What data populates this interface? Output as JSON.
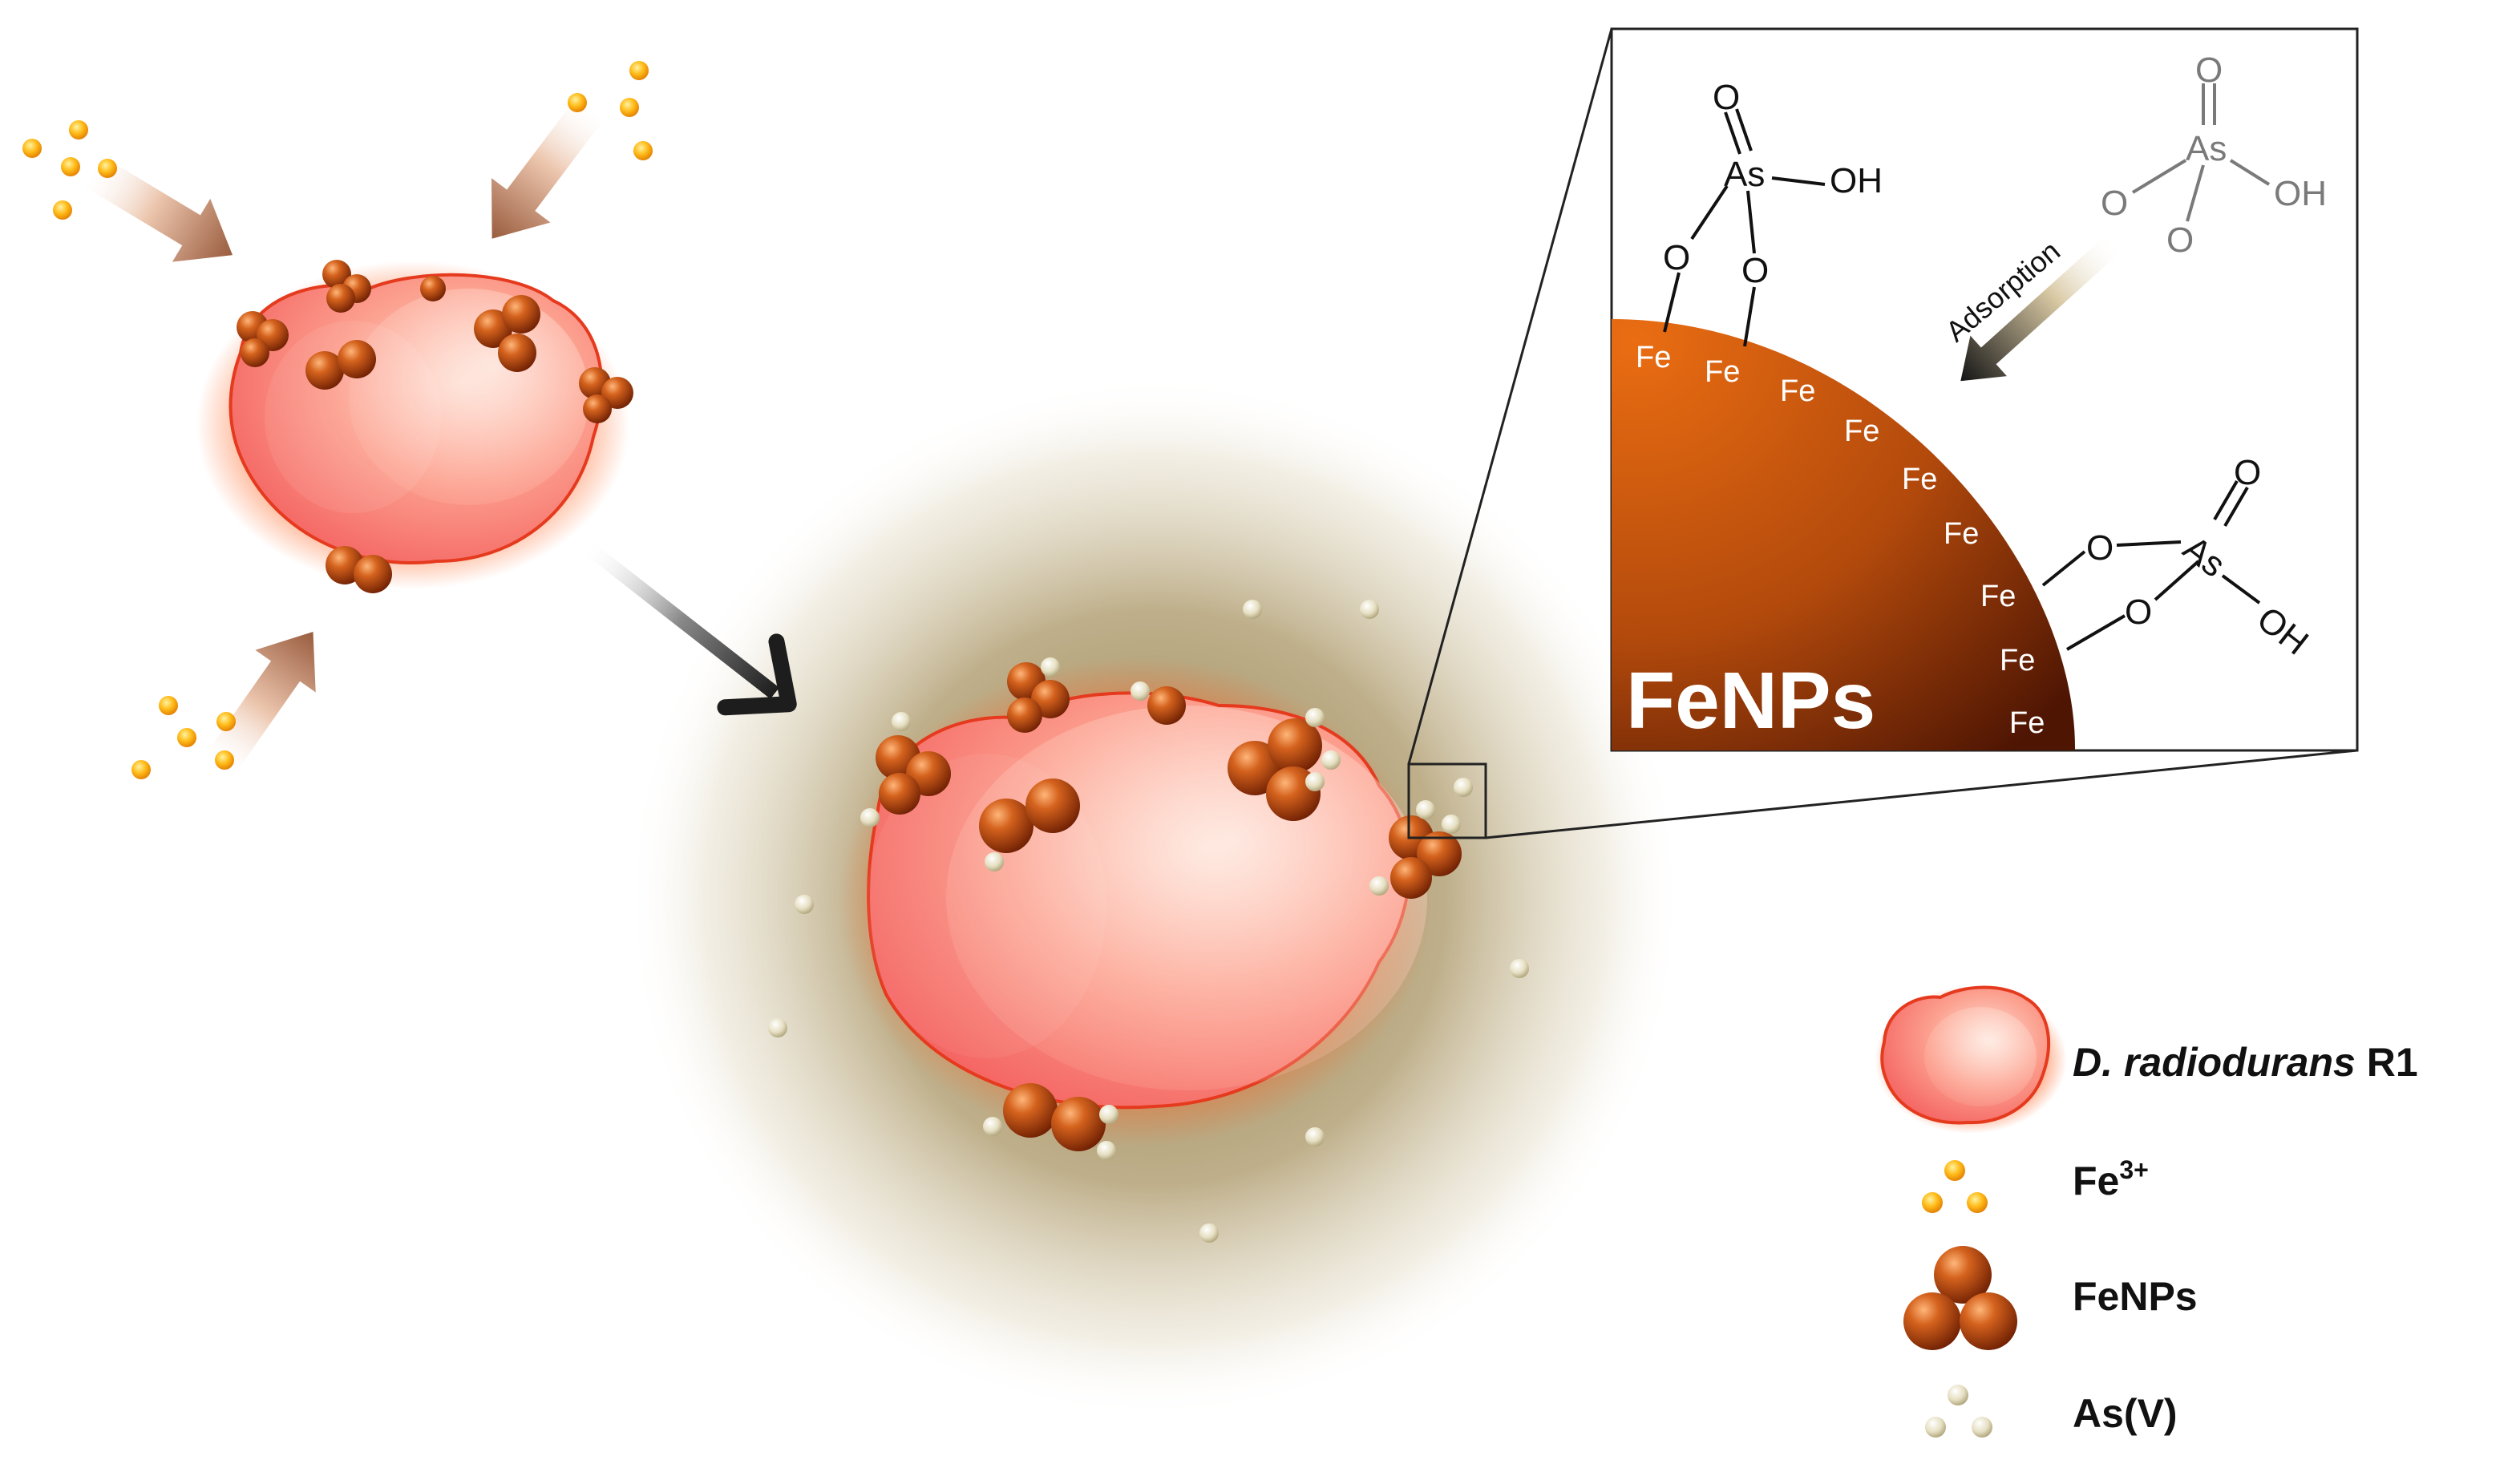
{
  "inset": {
    "surface_label": "FeNPs",
    "fe_atom": "Fe",
    "adsorption_label": "Adsorption",
    "arsenate": {
      "central": "As",
      "oxo": "O",
      "bridge": "O",
      "hydroxyl": "OH"
    }
  },
  "legend": {
    "cell_italic": "D. radiodurans",
    "cell_suffix": " R1",
    "ion_base": "Fe",
    "ion_sup": "3+",
    "particles": "FeNPs",
    "arsenic": "As(V)"
  },
  "colors": {
    "cell_fill": "#fb7b7b",
    "cell_edge": "#e53a1e",
    "particle": "#b8470f",
    "ion": "#f6a100",
    "arsenic": "#ddd6b4",
    "halo": "#8e7a48",
    "inset_surface": "#c0520e"
  }
}
